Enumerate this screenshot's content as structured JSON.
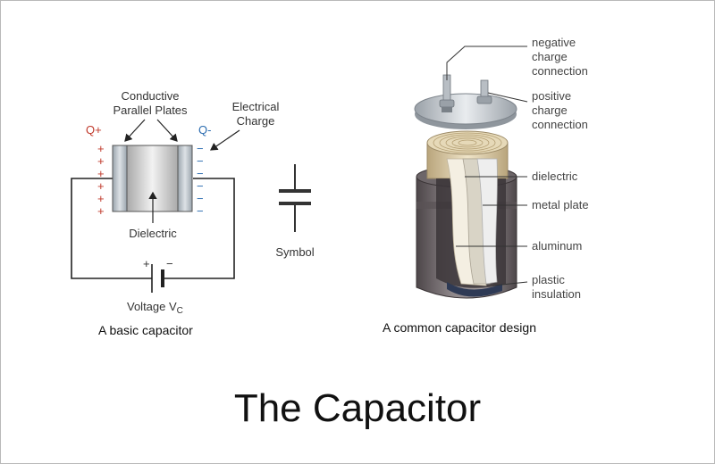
{
  "left_diagram": {
    "plates_label_line1": "Conductive",
    "plates_label_line2": "Parallel Plates",
    "charge_label_line1": "Electrical",
    "charge_label_line2": "Charge",
    "q_plus": "Q+",
    "q_minus": "Q-",
    "plus_sign": "+",
    "minus_sign": "−",
    "dielectric_label": "Dielectric",
    "voltage_label": "Voltage V",
    "voltage_subscript": "C",
    "battery_plus": "+",
    "battery_minus": "−",
    "caption": "A basic capacitor"
  },
  "symbol": {
    "label": "Symbol"
  },
  "right_diagram": {
    "labels": {
      "negative": [
        "negative",
        "charge",
        "connection"
      ],
      "positive": [
        "positive",
        "charge",
        "connection"
      ],
      "dielectric": "dielectric",
      "metal_plate": "metal plate",
      "aluminum": "aluminum",
      "plastic": [
        "plastic",
        "insulation"
      ]
    },
    "caption": "A common capacitor design"
  },
  "title": "The Capacitor",
  "colors": {
    "positive_red": "#c0392b",
    "negative_blue": "#2b6cb0",
    "can_dark": "#5a5356",
    "lid_silver": "#c9ced3",
    "winding_tan": "#d8c8a4"
  }
}
